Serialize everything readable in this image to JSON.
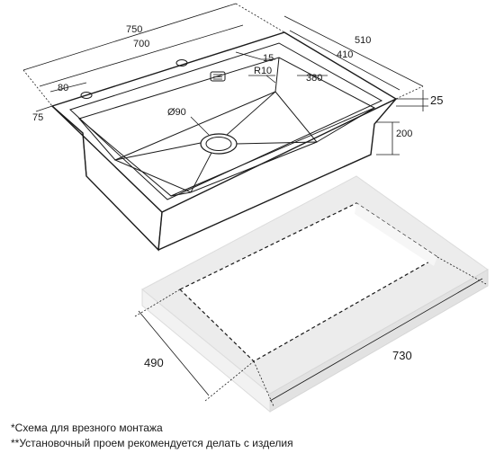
{
  "diagram": {
    "dimensions": {
      "outer_length": "750",
      "inner_length": "700",
      "outer_width": "510",
      "inner_width": "410",
      "tap_offset": "80",
      "edge_offset": "75",
      "corner_offset": "15",
      "corner_radius": "R10",
      "bowl_width": "380",
      "rim_height": "25",
      "bowl_depth": "200",
      "drain_diameter": "Ø90",
      "cutout_width": "490",
      "cutout_length": "730"
    },
    "notes": [
      "*Схема для врезного монтажа",
      "**Установочный проем рекомендуется делать с изделия"
    ]
  }
}
